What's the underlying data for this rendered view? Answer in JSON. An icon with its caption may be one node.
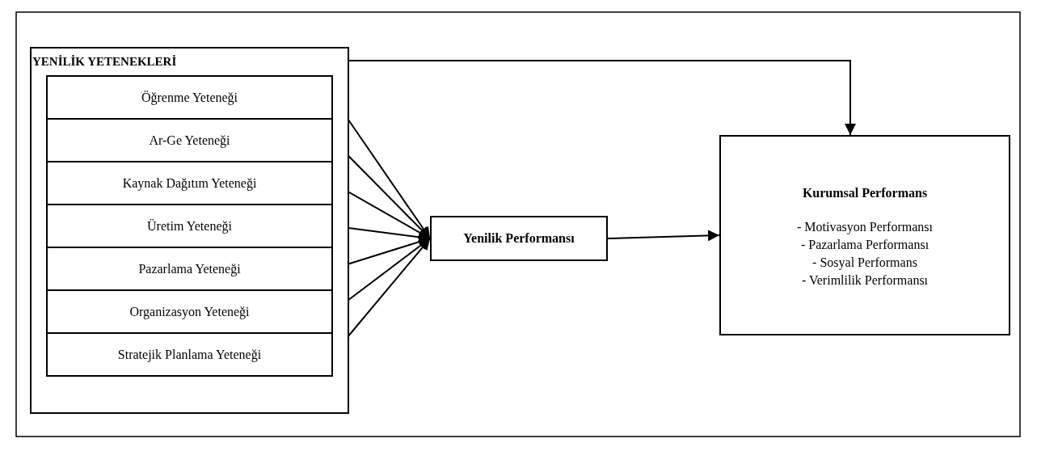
{
  "diagram": {
    "nodes": [
      {
        "text": [
          "YENİLİK YETENEKLERİ"
        ]
      },
      {
        "text": [
          "Öğrenme Yeteneği"
        ],
        "in": 0
      },
      {
        "text": [
          "Ar-Ge Yeteneği"
        ],
        "in": 0
      },
      {
        "text": [
          "Kaynak Dağıtım Yeteneği"
        ],
        "in": 0
      },
      {
        "text": [
          "Üretim Yeteneği"
        ],
        "in": 0
      },
      {
        "text": [
          "Pazarlama Yeteneği"
        ],
        "in": 0
      },
      {
        "text": [
          "Organizasyon Yeteneği"
        ],
        "in": 0
      },
      {
        "text": [
          "Stratejik Planlama Yeteneği"
        ],
        "in": 0
      },
      {
        "text": [
          "Yenilik Performansı"
        ]
      },
      {
        "text": [
          "Kurumsal Performans",
          "- Motivasyon Performansı",
          "- Pazarlama Performansı",
          "- Sosyal Performans",
          "- Verimlilik Performansı"
        ]
      }
    ],
    "edges": [
      {
        "from": 1,
        "to": 8,
        "arrow": "to"
      },
      {
        "from": 2,
        "to": 8,
        "arrow": "to"
      },
      {
        "from": 3,
        "to": 8,
        "arrow": "to"
      },
      {
        "from": 4,
        "to": 8,
        "arrow": "to"
      },
      {
        "from": 5,
        "to": 8,
        "arrow": "to"
      },
      {
        "from": 6,
        "to": 8,
        "arrow": "to"
      },
      {
        "from": 7,
        "to": 8,
        "arrow": "to"
      },
      {
        "from": 8,
        "to": 9,
        "arrow": "to"
      },
      {
        "from": 0,
        "to": 9,
        "arrow": "to"
      }
    ]
  }
}
